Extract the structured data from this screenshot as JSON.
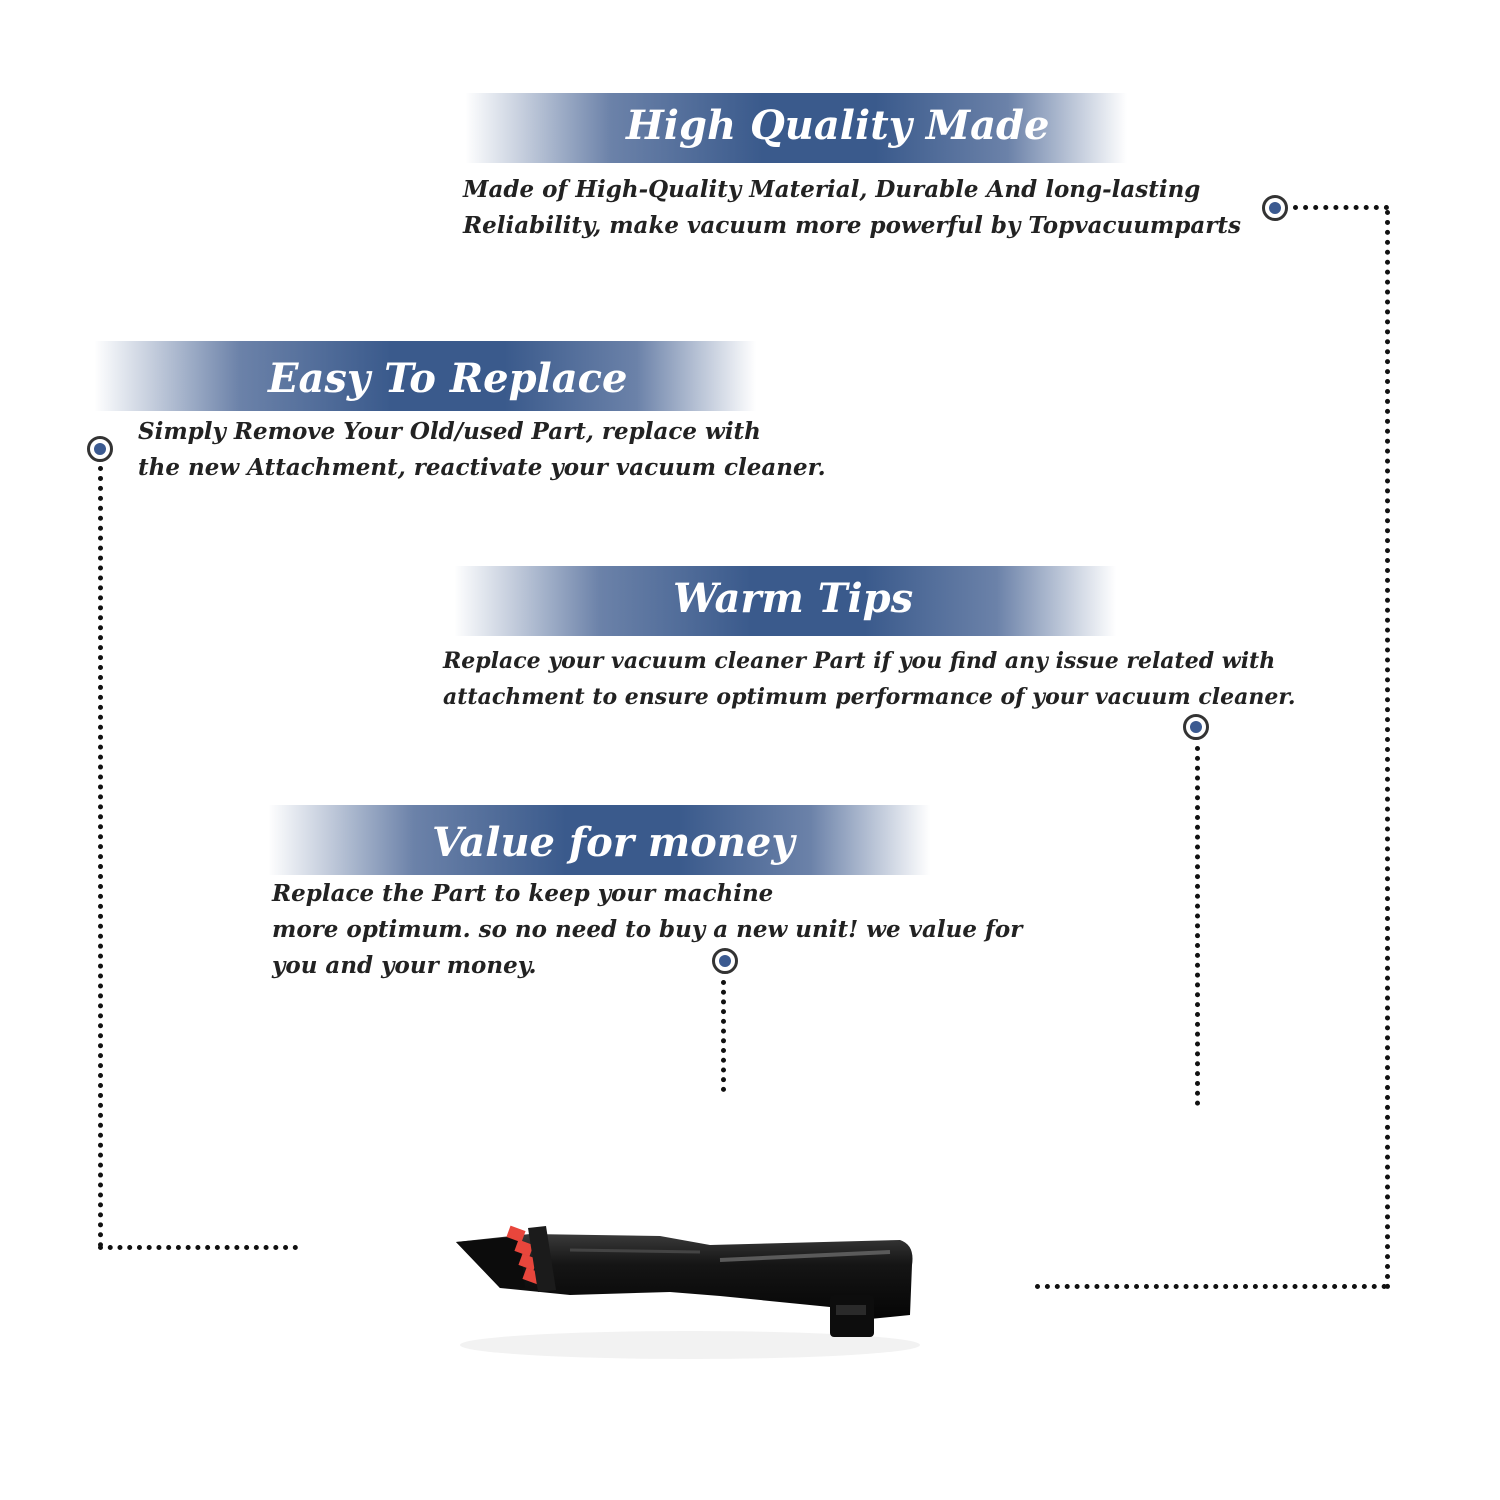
{
  "features": [
    {
      "title": "High Quality Made",
      "lines": [
        "Made of  High-Quality Material, Durable And long-lasting",
        "Reliability, make vacuum more powerful by Topvacuumparts"
      ]
    },
    {
      "title": "Easy To Replace",
      "lines": [
        "Simply Remove Your Old/used Part, replace with",
        "the new Attachment, reactivate your vacuum cleaner."
      ]
    },
    {
      "title": "Warm Tips",
      "lines": [
        "Replace your vacuum cleaner Part if you find any issue related with",
        " attachment to ensure optimum performance of your vacuum cleaner."
      ]
    },
    {
      "title": "Value for money",
      "lines": [
        "Replace the Part to keep your machine",
        "more optimum. so no need to buy a new unit! we value for",
        "you and your money."
      ]
    }
  ],
  "colors": {
    "banner": "#3a5a8c",
    "marker": "#3b5a90",
    "text": "#222222",
    "bristles": "#e8463c",
    "tool": "#111111"
  },
  "product": {
    "icon": "crevice-tool-with-brush"
  }
}
